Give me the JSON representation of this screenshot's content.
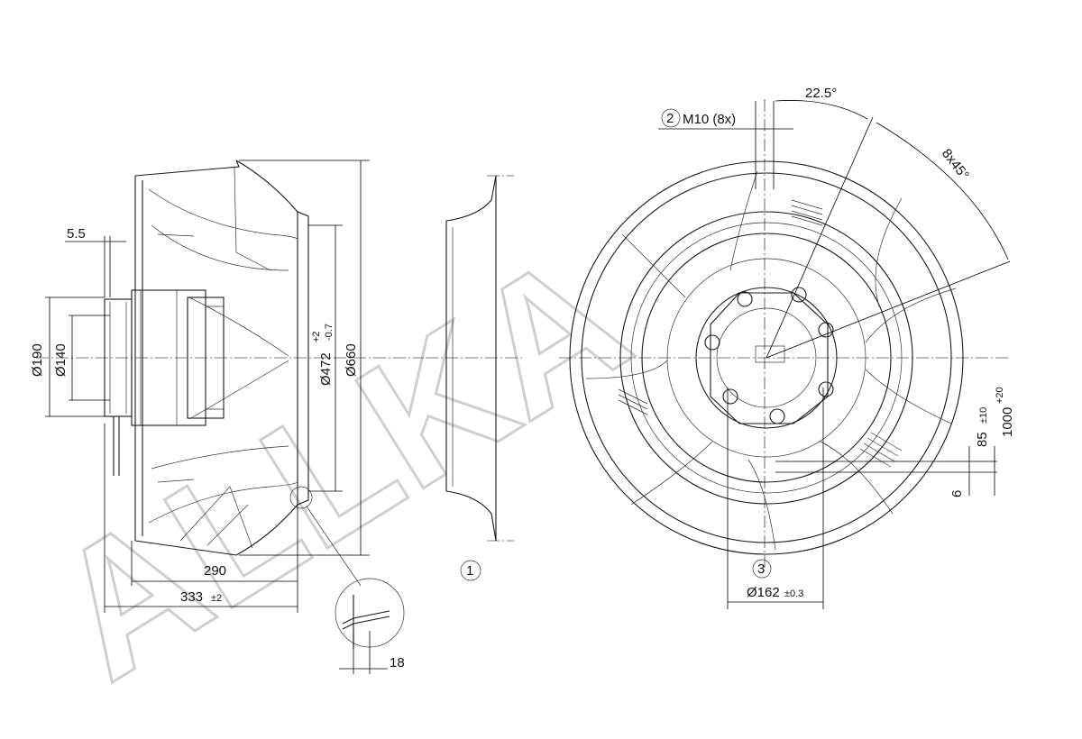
{
  "watermark": "ALLKA",
  "side_view": {
    "dim_hub_offset": "5.5",
    "dim_d190": "Ø190",
    "dim_d140": "Ø140",
    "dim_d472": "Ø472",
    "dim_d472_tol_upper": "+2",
    "dim_d472_tol_lower": "-0.7",
    "dim_d660": "Ø660",
    "dim_290": "290",
    "dim_333": "333",
    "dim_333_tol": "±2"
  },
  "detail": {
    "dim_18": "18"
  },
  "inlet_ring": {
    "callout_1": "1"
  },
  "front_view": {
    "angle_22_5": "22.5°",
    "angle_8x45": "8x45°",
    "callout_2": "2",
    "thread_label": "M10 (8x)",
    "callout_3": "3",
    "dim_d162": "Ø162",
    "dim_d162_tol": "±0.3",
    "dim_85": "85",
    "dim_85_tol": "±10",
    "dim_1000": "1000",
    "dim_1000_tol": "+20",
    "dim_6": "6"
  }
}
